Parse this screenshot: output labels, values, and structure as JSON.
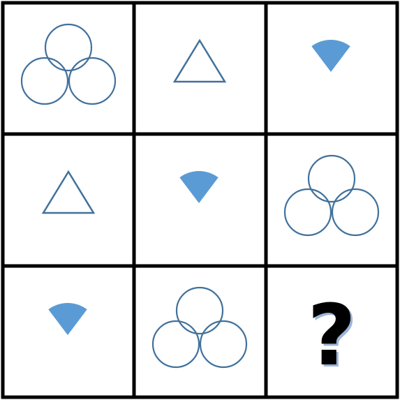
{
  "colors": {
    "grid_line": "#000000",
    "shape_stroke": "#41719c",
    "shape_fill": "#5b9bd5",
    "question_mark": "#000000",
    "question_mark_shadow": "#9db5d8"
  },
  "cells": [
    {
      "shape": "three-circles"
    },
    {
      "shape": "triangle"
    },
    {
      "shape": "sector"
    },
    {
      "shape": "triangle"
    },
    {
      "shape": "sector"
    },
    {
      "shape": "three-circles"
    },
    {
      "shape": "sector"
    },
    {
      "shape": "three-circles"
    },
    {
      "shape": "question",
      "text": "?"
    }
  ]
}
